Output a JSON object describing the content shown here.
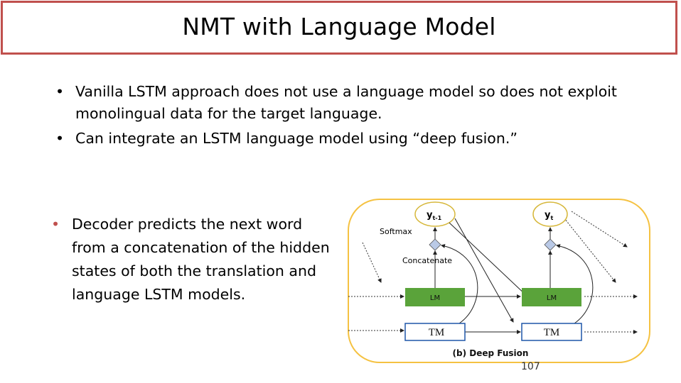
{
  "slide": {
    "title": "NMT with Language Model",
    "bullets": [
      "Vanilla LSTM approach does not use a language model so does not exploit monolingual data for the target language.",
      "Can integrate an LSTM language model using “deep fusion.”"
    ],
    "side_bullet": "Decoder predicts the next word from a concatenation of the hidden states of both the translation and language LSTM models.",
    "bullet_glyph": "•",
    "page_number": "107"
  },
  "diagram": {
    "output_prev": "y",
    "output_prev_sub": "t-1",
    "output_curr": "y",
    "output_curr_sub": "t",
    "softmax_label": "Softmax",
    "concatenate_label": "Concatenate",
    "lm_label_left": "LM",
    "lm_label_right": "LM",
    "tm_label_left": "TM",
    "tm_label_right": "TM",
    "caption": "(b) Deep Fusion",
    "colors": {
      "frame": "#f5c242",
      "lm_fill": "#5aa33a",
      "tm_fill": "#ffffff",
      "tm_border": "#1e56a8",
      "concat_node": "#b9c9e6"
    }
  },
  "colors": {
    "title_border": "#c0504d",
    "side_bullet": "#c0504d"
  }
}
